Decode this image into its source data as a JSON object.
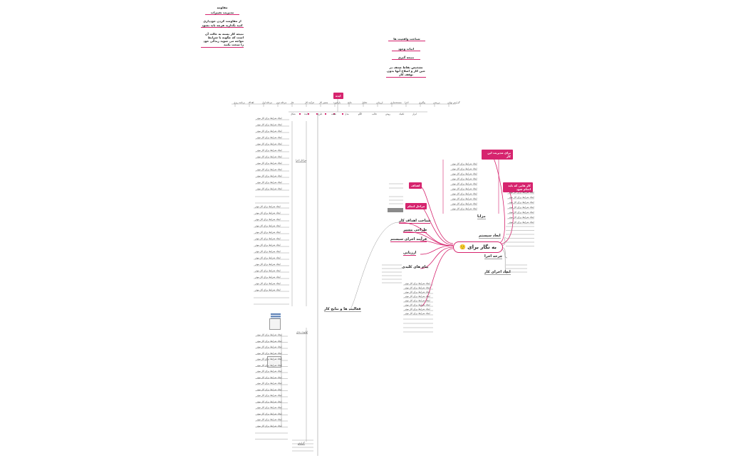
{
  "colors": {
    "accent": "#d6246e",
    "line": "#8a8a8a",
    "text": "#333333"
  },
  "top_left_note": {
    "line1": "مقاومه",
    "line2": "مدیریت تغییرات",
    "para1": "از مقاومت کردن خودداری کنید بگذارید هرچه باید بشود",
    "para2": "نتیجه کار بسته به حالت آن است که چگونه با شرایط مواجه می شوید زندگی خود را سخت نکنید"
  },
  "mid_notes": {
    "n1": "شناخت واقعیت ها",
    "n2": "اثبات وجود",
    "n3": "نتیجه گیری",
    "n4": "تشخیص نقاط ضعف در حین کار و اصلاح آنها بدون توقف کار"
  },
  "root": {
    "label": "ایده"
  },
  "top_branches": [
    "برنامه ریزی",
    "اهداف",
    "مرحله اول",
    "مرحله دوم",
    "فاز",
    "فرآیند کار",
    "مسیر کار",
    "بازخورد",
    "نتایج",
    "تحلیل",
    "ارزیابی",
    "مستندسازی",
    "اجرا",
    "پیگیری",
    "بررسی",
    "گزارش نهایی"
  ],
  "second_row": [
    "شکل",
    "ایده",
    "طرح",
    "نقشه",
    "مدل",
    "الگو",
    "قالب",
    "روش",
    "تکنیک",
    "ابزار"
  ],
  "central": {
    "label": "به نگار برای 🙂"
  },
  "right_pink": {
    "a": "برای مدیریت این کار",
    "b": "کار هایی که باید انجام شود"
  },
  "left_pink": {
    "a": "اهداف",
    "b": "مراحل انجام"
  },
  "left_topics": [
    "شناخت اهداف کار",
    "طراحی مسیر",
    "فرآیند اجرای سیستم",
    "ارزیابی"
  ],
  "left_branch": {
    "label": "پیام های کلیدی"
  },
  "right_topics": {
    "t1": "ابعاد سیستم",
    "t2": "چرخه اجرا",
    "t3": "ابعاد اجرای کار",
    "t4": "مزایا"
  },
  "tree_main": {
    "label": "فعالیت ها و نتایج کار"
  },
  "tree_sections": [
    "مراحل اجرا",
    "اولویت بندی",
    "گزارش"
  ],
  "sample_leaf": "ایجاد شرایط برای کار موثر"
}
